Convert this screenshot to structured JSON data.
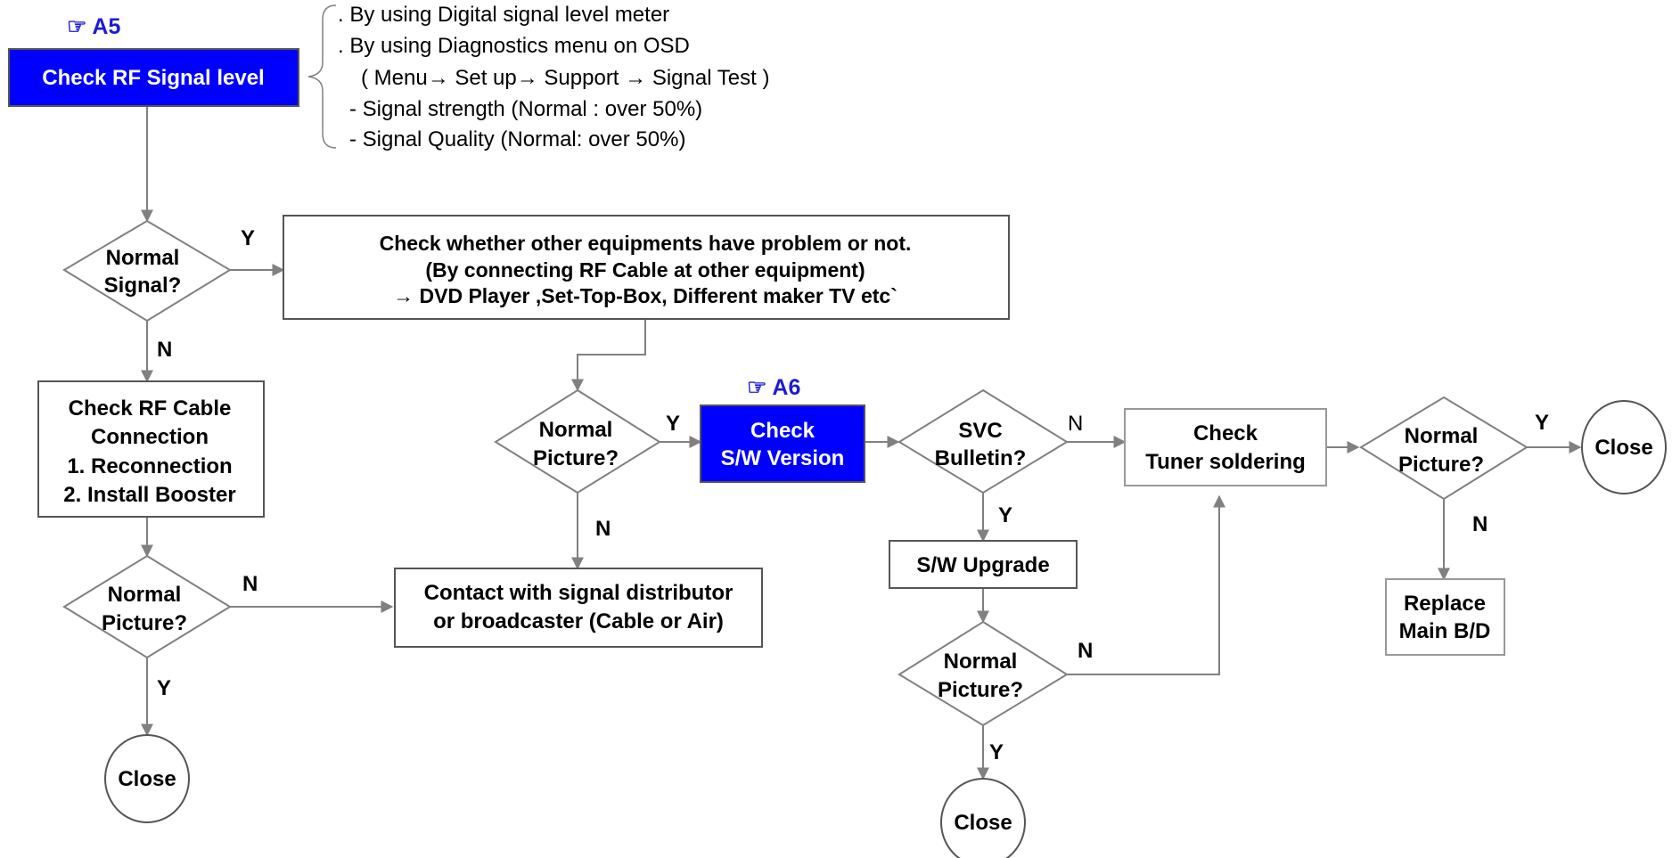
{
  "markers": {
    "a5": "☞ A5",
    "a6": "☞ A6"
  },
  "colors": {
    "highlight_box": "#0000ff",
    "marker_text": "#1c1cd6",
    "line": "#808080",
    "border": "#555555"
  },
  "notes": [
    ". By using Digital signal level meter",
    ". By using Diagnostics menu on OSD",
    "( Menu→ Set up→ Support → Signal Test )",
    "- Signal strength (Normal : over 50%)",
    "- Signal Quality  (Normal: over 50%)"
  ],
  "nodes": {
    "check_rf_signal": [
      "Check RF Signal level"
    ],
    "normal_signal": [
      "Normal",
      "Signal?"
    ],
    "check_other_equipment": [
      "Check whether other equipments have problem or not.",
      "(By connecting RF Cable at other equipment)",
      "→ DVD Player ,Set-Top-Box, Different maker TV etc`"
    ],
    "check_rf_cable": [
      "Check RF Cable",
      "Connection",
      "1. Reconnection",
      "2. Install Booster"
    ],
    "normal_picture_left": [
      "Normal",
      "Picture?"
    ],
    "close_left": [
      "Close"
    ],
    "contact_distributor": [
      "Contact with signal distributor",
      "or broadcaster (Cable or Air)"
    ],
    "normal_picture_mid": [
      "Normal",
      "Picture?"
    ],
    "check_sw_version": [
      "Check",
      "S/W Version"
    ],
    "svc_bulletin": [
      "SVC",
      "Bulletin?"
    ],
    "sw_upgrade": [
      "S/W Upgrade"
    ],
    "normal_picture_lower": [
      "Normal",
      "Picture?"
    ],
    "close_lower": [
      "Close"
    ],
    "check_tuner": [
      "Check",
      "Tuner soldering"
    ],
    "normal_picture_right": [
      "Normal",
      "Picture?"
    ],
    "close_right": [
      "Close"
    ],
    "replace_main": [
      "Replace",
      "Main B/D"
    ]
  },
  "edge_labels": {
    "signal_yes": "Y",
    "signal_no": "N",
    "left_picture_no": "N",
    "left_picture_yes": "Y",
    "mid_picture_yes": "Y",
    "mid_picture_no": "N",
    "svc_no": "N",
    "svc_yes": "Y",
    "lower_picture_no": "N",
    "lower_picture_yes": "Y",
    "right_picture_yes": "Y",
    "right_picture_no": "N"
  }
}
